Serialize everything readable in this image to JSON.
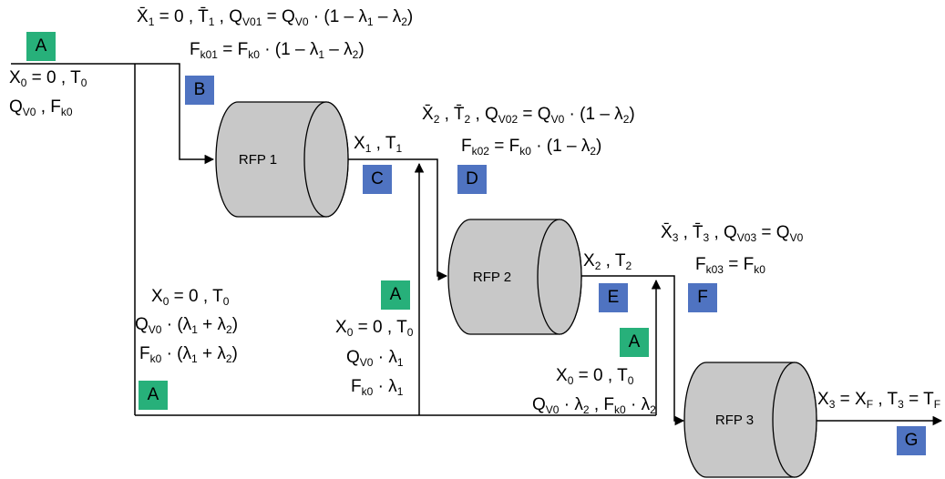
{
  "labels": {
    "A": "A",
    "B": "B",
    "C": "C",
    "D": "D",
    "E": "E",
    "F": "F",
    "G": "G"
  },
  "reactors": {
    "r1": "RFP 1",
    "r2": "RFP 2",
    "r3": "RFP 3"
  },
  "feed": {
    "x0": "X",
    "x0_sub": "0",
    "x0_eq": " = 0 , T",
    "t0_sub": "0",
    "q": "Q",
    "q_sub": "V0",
    "f_sep": " , F",
    "f_sub": "k0"
  },
  "top_stream_b": {
    "line1": "X̄",
    "line1_sub": "1",
    "line1_b": " = 0 , ",
    "t_bar": "T̄",
    "t_sub": "1",
    "line1_c": " , Q",
    "q_sub": "V01",
    "line1_d": " = Q",
    "q0_sub": "V0",
    "line1_e": " · (1 – λ",
    "l1_sub": "1",
    "line1_f": " – λ",
    "l2_sub": "2",
    "line1_g": ")",
    "line2": "F",
    "f_sub": "k01",
    "line2_b": " = F",
    "f0_sub": "k0",
    "line2_c": " · (1 – λ",
    "line2_l1": "1",
    "line2_d": " – λ",
    "line2_l2": "2",
    "line2_e": ")"
  },
  "stream_d": {
    "line1": "X̄",
    "x_sub": "2",
    "line1_b": " , ",
    "t_bar": "T̄",
    "t_sub": "2",
    "line1_c": " , Q",
    "q_sub": "V02",
    "line1_d": " = Q",
    "q0_sub": "V0",
    "line1_e": " · (1 – λ",
    "l2_sub": "2",
    "line1_f": ")",
    "line2": "F",
    "f_sub": "k02",
    "line2_b": " = F",
    "f0_sub": "k0",
    "line2_c": " · (1 – λ",
    "line2_l2": "2",
    "line2_d": ")"
  },
  "stream_f": {
    "line1": "X̄",
    "x_sub": "3",
    "line1_b": " , ",
    "t_bar": "T̄",
    "t_sub": "3",
    "line1_c": " , Q",
    "q_sub": "V03",
    "line1_d": " = Q",
    "q0_sub": "V0",
    "line2": "F",
    "f_sub": "k03",
    "line2_b": " = F",
    "f0_sub": "k0"
  },
  "out1": {
    "x": "X",
    "x_sub": "1",
    "mid": " , T",
    "t_sub": "1"
  },
  "out2": {
    "x": "X",
    "x_sub": "2",
    "mid": " , T",
    "t_sub": "2"
  },
  "out3": {
    "x": "X",
    "x_sub": "3",
    "a": " = X",
    "f_sub": "F",
    "b": " , T",
    "t_sub": "3",
    "c": " = T",
    "tf_sub": "F"
  },
  "bypass_main": {
    "l1": "X",
    "l1_sub": "0",
    "l1_b": " = 0 , T",
    "l1_t": "0",
    "l2": "Q",
    "l2_sub": "V0",
    "l2_b": " · (λ",
    "l2_l1": "1",
    "l2_c": " + λ",
    "l2_l2": "2",
    "l2_d": ")",
    "l3": "F",
    "l3_sub": "k0",
    "l3_b": " · (λ",
    "l3_l1": "1",
    "l3_c": " + λ",
    "l3_l2": "2",
    "l3_d": ")"
  },
  "bypass_1": {
    "l1": "X",
    "l1_sub": "0",
    "l1_b": " = 0 , T",
    "l1_t": "0",
    "l2": "Q",
    "l2_sub": "V0",
    "l2_b": " · λ",
    "l2_l": "1",
    "l3": "F",
    "l3_sub": "k0",
    "l3_b": " · λ",
    "l3_l": "1"
  },
  "bypass_2": {
    "l1": "X",
    "l1_sub": "0",
    "l1_b": " = 0 , T",
    "l1_t": "0",
    "l2": "Q",
    "l2_sub": "V0",
    "l2_b": " · λ",
    "l2_l": "2",
    "l2_c": " , F",
    "l2_f": "k0",
    "l2_d": " · λ",
    "l2_l2": "2"
  },
  "colors": {
    "green": "#27b07a",
    "blue": "#4f73c1",
    "cylinder": "#c8c8c8"
  }
}
